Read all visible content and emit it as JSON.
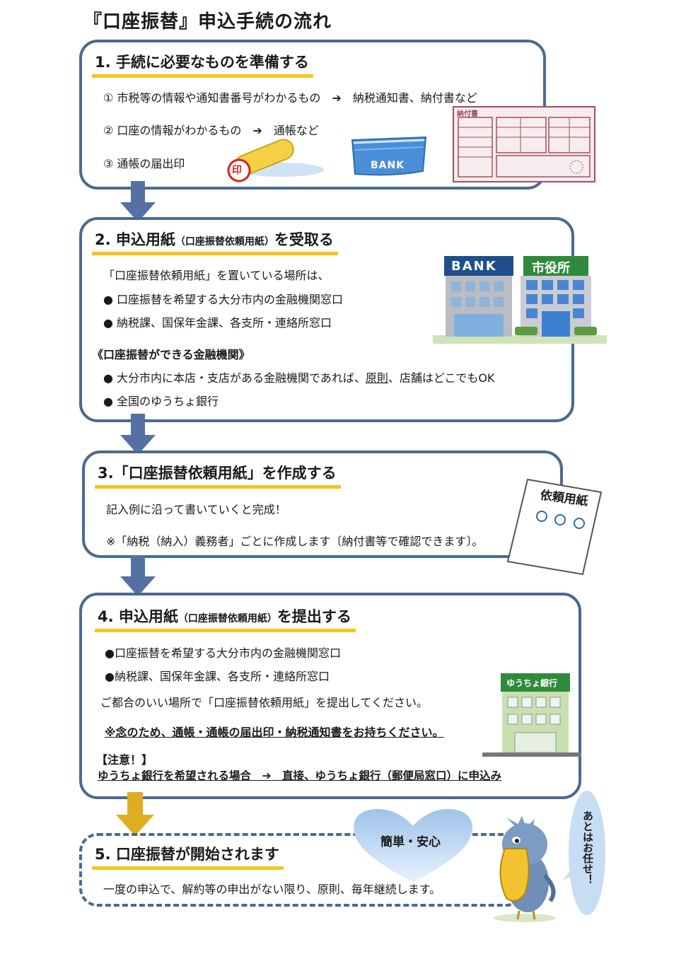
{
  "title": "『口座振替』申込手続の流れ",
  "step1": {
    "heading": "1. 手続に必要なものを準備する",
    "item1": "① 市税等の情報や通知書番号がわかるもの　➔　納税通知書、納付書など",
    "item2": "② 口座の情報がわかるもの　➔　通帳など",
    "item3": "③ 通帳の届出印",
    "seal_text": "印",
    "bankbook_text": "BANK",
    "payslip_text": "納付書"
  },
  "step2": {
    "heading_main": "2. 申込用紙",
    "heading_sub": "（口座振替依頼用紙）",
    "heading_end": "を受取る",
    "intro": "「口座振替依頼用紙」を置いている場所は、",
    "bullet1": "●  口座振替を希望する大分市内の金融機関窓口",
    "bullet2": "●  納税課、国保年金課、各支所・連絡所窓口",
    "subheading": "《口座振替ができる金融機関》",
    "bullet3_a": "●  大分市内に本店・支店がある金融機関であれば、",
    "bullet3_u": "原則",
    "bullet3_b": "、店舗はどこでもOK",
    "bullet4": "●  全国のゆうちょ銀行",
    "bank_sign": "BANK",
    "city_sign": "市役所"
  },
  "step3": {
    "heading": "3.「口座振替依頼用紙」を作成する",
    "line1": "記入例に沿って書いていくと完成！",
    "line2": "※「納税（納入）義務者」ごとに作成します〔納付書等で確認できます〕。",
    "form_text": "依頼用紙"
  },
  "step4": {
    "heading_main": "4. 申込用紙",
    "heading_sub": "（口座振替依頼用紙）",
    "heading_end": "を提出する",
    "bullet1": "●口座振替を希望する大分市内の金融機関窓口",
    "bullet2": "●納税課、国保年金課、各支所・連絡所窓口",
    "line3": "ご都合のいい場所で「口座振替依頼用紙」を提出してください。",
    "line4": "※念のため、通帳・通帳の届出印・納税通知書をお持ちください。",
    "notice_title": "【注意！】",
    "notice_text": "ゆうちょ銀行を希望される場合　➔　直接、ゆうちょ銀行（郵便局窓口）に申込み",
    "post_sign": "ゆうちょ銀行"
  },
  "step5": {
    "heading": "5. 口座振替が開始されます",
    "line1": "一度の申込で、解約等の申出がない限り、原則、毎年継続します。",
    "heart_text": "簡単・安心",
    "bubble_text": "あとはお任せ！"
  }
}
